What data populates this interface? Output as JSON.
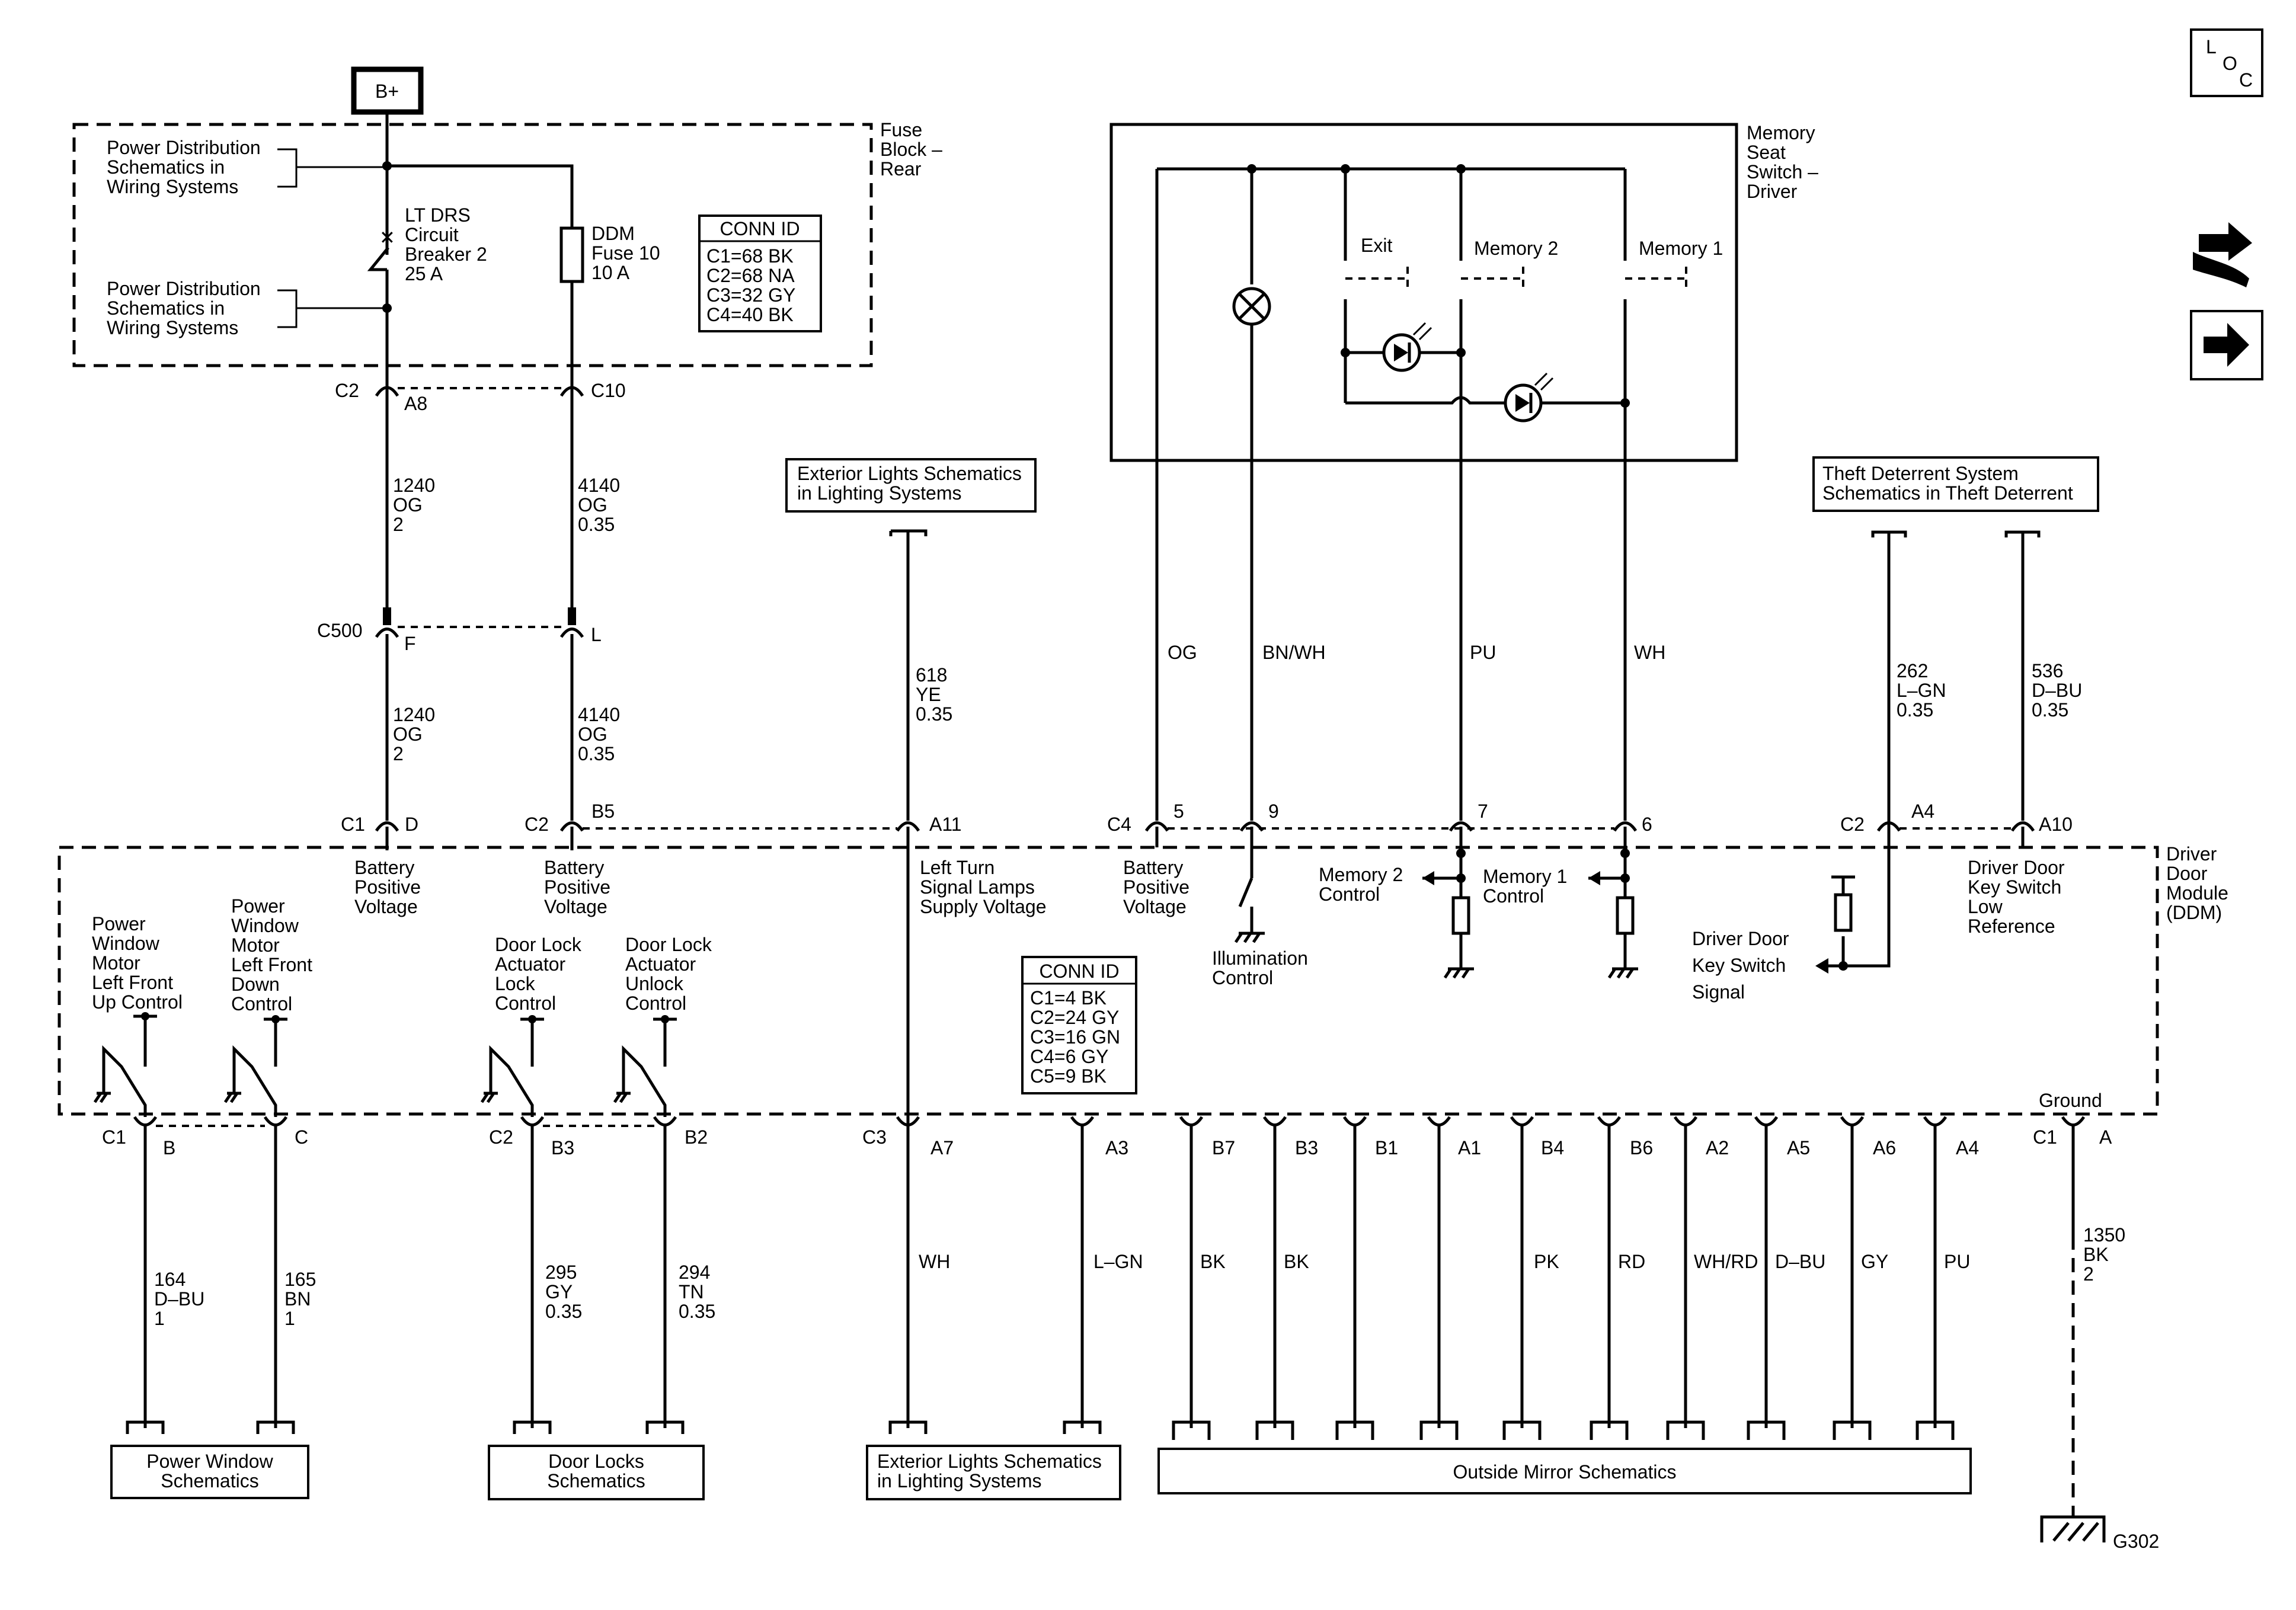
{
  "top_right": {
    "loc_l": "L",
    "loc_o": "O",
    "loc_c": "C"
  },
  "power": {
    "bplus": "B+",
    "pd1_l1": "Power Distribution",
    "pd1_l2": "Schematics in",
    "pd1_l3": "Wiring Systems",
    "pd2_l1": "Power Distribution",
    "pd2_l2": "Schematics in",
    "pd2_l3": "Wiring Systems",
    "fuse_block_l1": "Fuse",
    "fuse_block_l2": "Block –",
    "fuse_block_l3": "Rear",
    "cb_l1": "LT DRS",
    "cb_l2": "Circuit",
    "cb_l3": "Breaker 2",
    "cb_l4": "25 A",
    "fuse_l1": "DDM",
    "fuse_l2": "Fuse 10",
    "fuse_l3": "10 A",
    "conn1_title": "CONN ID",
    "conn1_rows": [
      "C1=68 BK",
      "C2=68 NA",
      "C3=32 GY",
      "C4=40 BK"
    ]
  },
  "connectors_top": {
    "c2": "C2",
    "a8": "A8",
    "c10": "C10",
    "c500": "C500",
    "f": "F",
    "l": "L"
  },
  "wires_upper": {
    "w1_l1": "1240",
    "w1_l2": "OG",
    "w1_l3": "2",
    "w2_l1": "4140",
    "w2_l2": "OG",
    "w2_l3": "0.35",
    "w3_l1": "1240",
    "w3_l2": "OG",
    "w3_l3": "2",
    "w4_l1": "4140",
    "w4_l2": "OG",
    "w4_l3": "0.35",
    "w5_l1": "618",
    "w5_l2": "YE",
    "w5_l3": "0.35",
    "og": "OG",
    "bnwh": "BN/WH",
    "pu": "PU",
    "wh": "WH",
    "w6_l1": "262",
    "w6_l2": "L–GN",
    "w6_l3": "0.35",
    "w7_l1": "536",
    "w7_l2": "D–BU",
    "w7_l3": "0.35"
  },
  "ext_top": {
    "l1": "Exterior Lights Schematics",
    "l2": "in Lighting Systems"
  },
  "theft": {
    "l1": "Theft Deterrent System",
    "l2": "Schematics in Theft Deterrent"
  },
  "seat": {
    "title_l1": "Memory",
    "title_l2": "Seat",
    "title_l3": "Switch –",
    "title_l4": "Driver",
    "exit": "Exit",
    "mem2": "Memory 2",
    "mem1": "Memory 1"
  },
  "ddm_pins": {
    "c1": "C1",
    "d": "D",
    "c2a": "C2",
    "b5": "B5",
    "a11": "A11",
    "c4": "C4",
    "p5": "5",
    "p9": "9",
    "p7": "7",
    "p6": "6",
    "c2b": "C2",
    "a4": "A4",
    "a10": "A10"
  },
  "ddm": {
    "title_l1": "Driver",
    "title_l2": "Door",
    "title_l3": "Module",
    "title_l4": "(DDM)",
    "bpv1_l1": "Battery",
    "bpv1_l2": "Positive",
    "bpv1_l3": "Voltage",
    "bpv2_l1": "Battery",
    "bpv2_l2": "Positive",
    "bpv2_l3": "Voltage",
    "bpv3_l1": "Battery",
    "bpv3_l2": "Positive",
    "bpv3_l3": "Voltage",
    "lt_l1": "Left Turn",
    "lt_l2": "Signal Lamps",
    "lt_l3": "Supply Voltage",
    "ill_l1": "Illumination",
    "ill_l2": "Control",
    "m2c_l1": "Memory 2",
    "m2c_l2": "Control",
    "m1c_l1": "Memory 1",
    "m1c_l2": "Control",
    "dks_l1": "Driver Door",
    "dks_l2": "Key Switch",
    "dks_l3": "Signal",
    "dklr_l1": "Driver Door",
    "dklr_l2": "Key Switch",
    "dklr_l3": "Low",
    "dklr_l4": "Reference",
    "pwu_l1": "Power",
    "pwu_l2": "Window",
    "pwu_l3": "Motor",
    "pwu_l4": "Left Front",
    "pwu_l5": "Up Control",
    "pwd_l1": "Power",
    "pwd_l2": "Window",
    "pwd_l3": "Motor",
    "pwd_l4": "Left Front",
    "pwd_l5": "Down",
    "pwd_l6": "Control",
    "dll_l1": "Door Lock",
    "dll_l2": "Actuator",
    "dll_l3": "Lock",
    "dll_l4": "Control",
    "dlu_l1": "Door Lock",
    "dlu_l2": "Actuator",
    "dlu_l3": "Unlock",
    "dlu_l4": "Control",
    "conn2_title": "CONN ID",
    "conn2_rows": [
      "C1=4 BK",
      "C2=24 GY",
      "C3=16 GN",
      "C4=6 GY",
      "C5=9 BK"
    ],
    "ground": "Ground"
  },
  "bottom_pins": {
    "c1": "C1",
    "b": "B",
    "c": "C",
    "c2": "C2",
    "b3": "B3",
    "b2": "B2",
    "c3": "C3",
    "a7": "A7",
    "a3": "A3",
    "mirror": [
      "B7",
      "B3",
      "B1",
      "A1",
      "B4",
      "B6",
      "A2",
      "A5",
      "A6",
      "A4"
    ],
    "c1g": "C1",
    "a": "A"
  },
  "wires_lower": {
    "w164_l1": "164",
    "w164_l2": "D–BU",
    "w164_l3": "1",
    "w165_l1": "165",
    "w165_l2": "BN",
    "w165_l3": "1",
    "w295_l1": "295",
    "w295_l2": "GY",
    "w295_l3": "0.35",
    "w294_l1": "294",
    "w294_l2": "TN",
    "w294_l3": "0.35",
    "wh": "WH",
    "lgn": "L–GN",
    "mirror_colors": [
      "BK",
      "BK",
      "",
      "",
      "PK",
      "RD",
      "WH/RD",
      "D–BU",
      "GY",
      "PU"
    ],
    "w1350_l1": "1350",
    "w1350_l2": "BK",
    "w1350_l3": "2"
  },
  "bottom_boxes": {
    "pw_l1": "Power Window",
    "pw_l2": "Schematics",
    "dl_l1": "Door Locks",
    "dl_l2": "Schematics",
    "ext_l1": "Exterior Lights Schematics",
    "ext_l2": "in Lighting Systems",
    "mirror": "Outside Mirror Schematics",
    "ground_id": "G302"
  }
}
